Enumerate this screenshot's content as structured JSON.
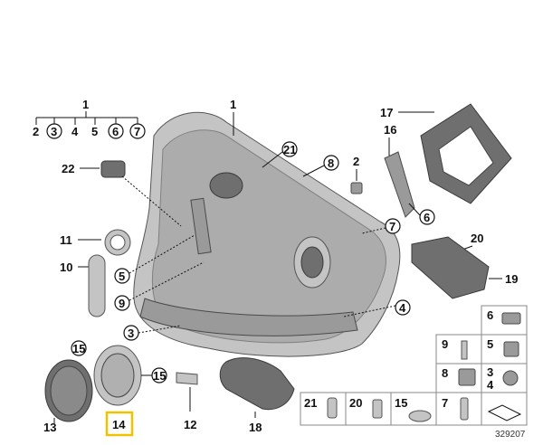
{
  "callouts": {
    "c1_top": "1",
    "c1_panel": "1",
    "c2": "2",
    "c3": "3",
    "c4": "4",
    "c5": "5",
    "c6": "6",
    "c7": "7",
    "c2_clip": "2",
    "c3_main": "3",
    "c4_main": "4",
    "c5_main": "5",
    "c6_main": "6",
    "c7_main": "7",
    "c8": "8",
    "c9": "9",
    "c10": "10",
    "c11": "11",
    "c12": "12",
    "c13": "13",
    "c14": "14",
    "c15a": "15",
    "c15b": "15",
    "c16": "16",
    "c17": "17",
    "c18": "18",
    "c19": "19",
    "c20": "20",
    "c21": "21",
    "c22": "22",
    "g6": "6",
    "g9": "9",
    "g5": "5",
    "g8": "8",
    "g3": "3",
    "g4": "4",
    "g21": "21",
    "g20": "20",
    "g15": "15",
    "g7": "7"
  },
  "reference_number": "329207",
  "highlight_color": "#f2c200"
}
